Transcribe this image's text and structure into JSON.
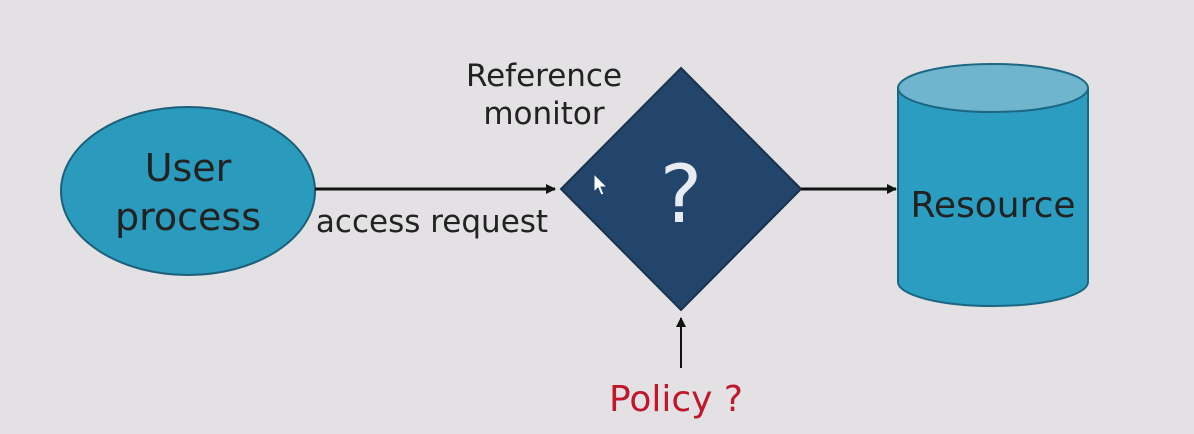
{
  "diagram": {
    "user_process": {
      "line1": "User",
      "line2": "process"
    },
    "access_request_label": "access request",
    "reference_monitor": {
      "line1": "Reference",
      "line2": "monitor",
      "symbol": "?"
    },
    "resource_label": "Resource",
    "policy_label": "Policy ?"
  },
  "colors": {
    "background": "#e3e1e4",
    "ellipse_fill": "#2a9bbd",
    "diamond_fill": "#23456b",
    "cylinder_body": "#2b9dc0",
    "cylinder_top": "#6fb5cd",
    "arrow": "#111111",
    "text_dark": "#222222",
    "policy_text": "#c0172c",
    "question_mark": "#e8ecf2"
  },
  "icons": {
    "cursor": "mouse-pointer-icon"
  }
}
